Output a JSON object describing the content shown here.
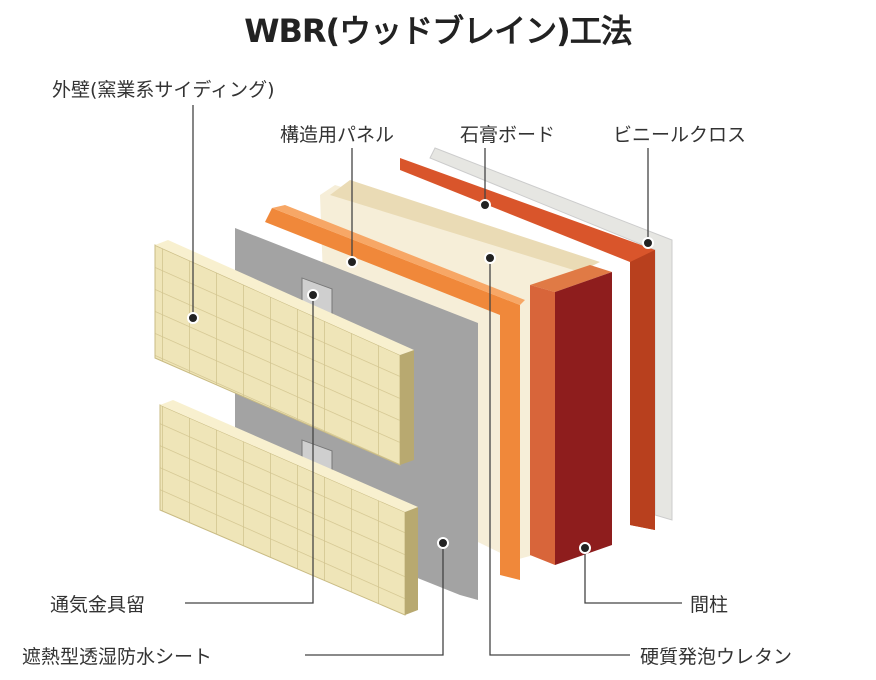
{
  "title": "WBR(ウッドブレイン)工法",
  "labels": {
    "exterior_wall": "外壁(窯業系サイディング)",
    "structural_panel": "構造用パネル",
    "gypsum_board": "石膏ボード",
    "vinyl_cloth": "ビニールクロス",
    "vent_bracket": "通気金具留",
    "waterproof_sheet": "遮熱型透湿防水シート",
    "stud": "間柱",
    "urethane": "硬質発泡ウレタン"
  },
  "colors": {
    "siding": "#efe5b8",
    "sheet": "#a3a3a3",
    "structural_panel": "#f0883a",
    "urethane": "#f6eed8",
    "stud": "#8e1d1d",
    "gypsum": "#d9552b",
    "vinyl": "#e6e6e2"
  }
}
